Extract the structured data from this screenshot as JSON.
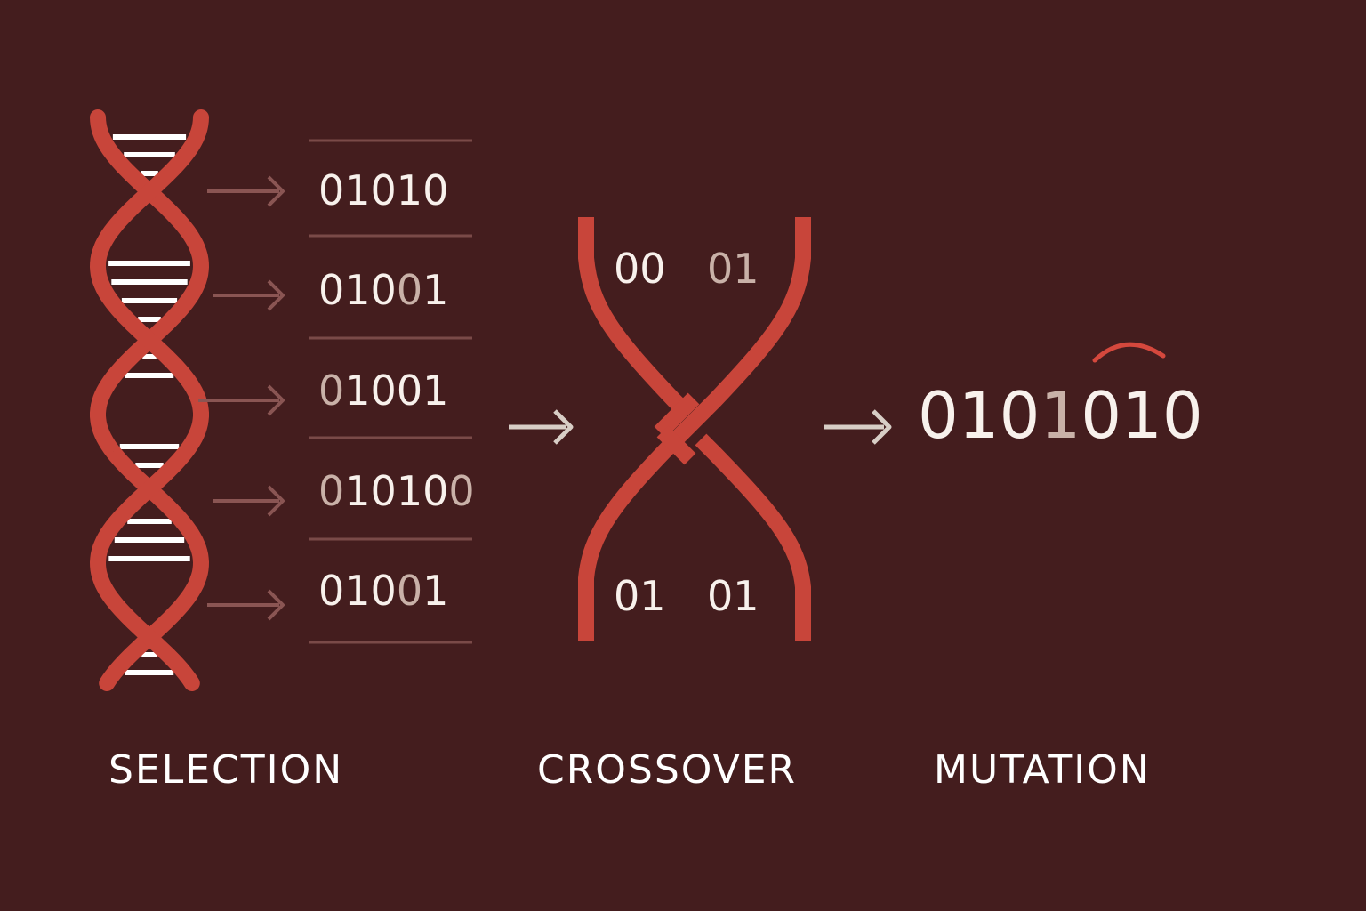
{
  "colors": {
    "background": "#441d1e",
    "strand": "#c8453a",
    "rung": "#ffffff",
    "bright_text": "#f8f1ec",
    "dim_text": "#c9b1a8",
    "divider": "#7a4a48",
    "arrow_faint": "#8a5553",
    "arrow_light": "#d8cec6",
    "arc": "#d5483d"
  },
  "icons": {
    "dna": "dna-helix-icon",
    "crossover": "crossed-strands-icon",
    "mutation_marker": "mutation-arc-icon",
    "arrow": "right-arrow-icon"
  },
  "labels": {
    "selection": "SELECTION",
    "crossover": "CROSSOVER",
    "mutation": "MUTATION"
  },
  "selection": {
    "rows": [
      {
        "bright": "01010",
        "dim": ""
      },
      {
        "bright": "010",
        "dim": "0",
        "bright_end": "1"
      },
      {
        "bright": "",
        "dim": "0",
        "bright_end": "1001"
      },
      {
        "bright": "",
        "dim": "0",
        "bright_end": "1010",
        "trail_dim": "0"
      },
      {
        "bright": "010",
        "dim": "0",
        "bright_end": "1"
      }
    ]
  },
  "crossover": {
    "top": {
      "left": "00",
      "right": "01"
    },
    "bottom": {
      "left": "01",
      "right": "01"
    }
  },
  "mutation": {
    "prefix": "010",
    "highlight": "1",
    "suffix": "010"
  }
}
